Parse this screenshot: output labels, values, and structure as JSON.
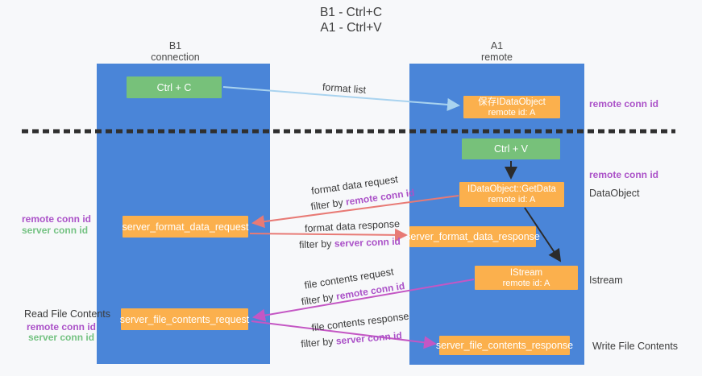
{
  "title": {
    "line1": "B1 - Ctrl+C",
    "line2": "A1 - Ctrl+V"
  },
  "columns": {
    "left": {
      "name": "B1",
      "subtitle": "connection"
    },
    "right": {
      "name": "A1",
      "subtitle": "remote"
    }
  },
  "nodes": {
    "ctrl_c": "Ctrl + C",
    "ctrl_v": "Ctrl + V",
    "save_idataobject": {
      "line1": "保存IDataObject",
      "line2": "remote id: A"
    },
    "getdata": {
      "line1": "IDataObject::GetData",
      "line2": "remote id: A"
    },
    "istream": {
      "line1": "IStream",
      "line2": "remote id: A"
    },
    "format_request": "server_format_data_request",
    "format_response": "server_format_data_response",
    "file_request": "server_file_contents_request",
    "file_response": "server_file_contents_response"
  },
  "arrow_labels": {
    "format_list": "format list",
    "format_data_request": "format data request",
    "format_data_response": "format data response",
    "file_contents_request": "file contents request",
    "file_contents_response": "file contents response",
    "filter_by": "filter by ",
    "remote_conn_id": "remote conn id",
    "server_conn_id": "server conn id"
  },
  "side_labels": {
    "remote_conn_id": "remote conn id",
    "server_conn_id": "server conn id",
    "dataobject": "DataObject",
    "istream": "Istream",
    "read_file_contents": "Read File Contents",
    "write_file_contents": "Write File Contents"
  },
  "colors": {
    "column_blue": "#4a85d8",
    "box_green": "#77c17a",
    "box_orange": "#fbb04d",
    "accent_purple": "#ab52c8",
    "accent_green": "#74c282",
    "arrow_red": "#e87a75",
    "arrow_magenta": "#c457c4",
    "arrow_lightblue": "#a9d3ef",
    "arrow_black": "#2b2b2b"
  }
}
